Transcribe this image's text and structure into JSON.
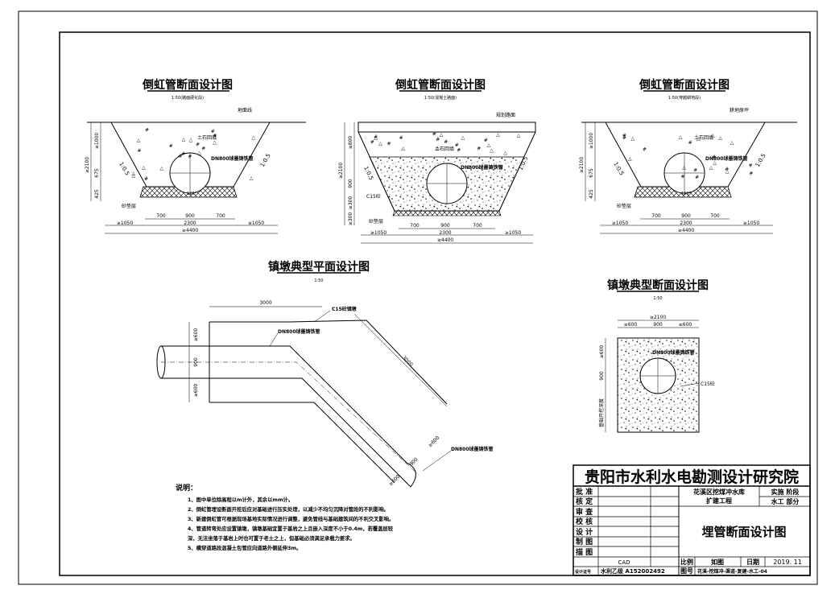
{
  "sections": {
    "s1": {
      "title": "倒虹管断面设计图",
      "scale": "1:50(路面硬化段)",
      "ground": "地面线",
      "soil": "土石回填",
      "pipe": "DN800球墨铸铁管",
      "bedding": "砂垫层",
      "slope_left": "1:0.5",
      "slope_right": "1:0.5",
      "angle": "120°",
      "dims_left": [
        "≥2100",
        "≥1000",
        "675",
        "425"
      ],
      "dims_bottom": [
        "700",
        "900",
        "700",
        "≥1050",
        "2300",
        "≥1050",
        "≥4400"
      ]
    },
    "s2": {
      "title": "倒虹管断面设计图",
      "scale": "1:50(混凝土路面)",
      "road": "规划路面",
      "soil": "土石回填",
      "pipe": "DN800球墨铸铁管",
      "concrete": "C15砼",
      "bedding": "砂垫层",
      "slope_left": "1:0.5",
      "slope_right": "1:0.5",
      "dims_left": [
        "≥2100",
        "≥800",
        "900",
        "≥300",
        "≥300"
      ],
      "dims_bottom": [
        "700",
        "900",
        "700",
        "≥1050",
        "2300",
        "≥1050",
        "≥4400"
      ]
    },
    "s3": {
      "title": "倒虹管断面设计图",
      "scale": "1:50(穿越耕地段)",
      "ground": "耕地原坪",
      "soil": "土石回填",
      "pipe": "DN800球墨铸铁管",
      "bedding": "砂垫层",
      "slope_left": "1:0.5",
      "slope_right": "1:0.5",
      "angle": "120°",
      "dims_left": [
        "≥2100",
        "≥1000",
        "675",
        "425"
      ],
      "dims_bottom": [
        "700",
        "900",
        "700",
        "≥1050",
        "2300",
        "≥1050",
        "≥4400"
      ]
    }
  },
  "plan": {
    "title": "镇墩典型平面设计图",
    "scale": "1:50",
    "concrete": "C15砼镇墩",
    "pipe1": "DN800球墨铸铁管",
    "pipe2": "DN800球墨铸铁管",
    "dim_top": "3000",
    "dim_diag": "3000",
    "dims_left": [
      "≥600",
      "900",
      "≥600"
    ],
    "dims_diag_bottom": [
      "≥600",
      "900",
      "≥600"
    ]
  },
  "section": {
    "title": "镇墩典型断面设计图",
    "scale": "1:50",
    "pipe": "DN800球墨铸铁管",
    "concrete": "C15砼",
    "dim_top": "≥2100",
    "dims_top2": [
      "≥600",
      "900",
      "≥600"
    ],
    "dims_left": [
      "≥600",
      "900",
      "基础开挖深度"
    ]
  },
  "notes": {
    "heading": "说明：",
    "lines": [
      "1、图中单位除高程以m计外，其余以mm计。",
      "2、倒虹管埋设断面开挖后应对基础进行压实处理，以减少不均匀沉降对管段的不利影响。",
      "3、新建倒虹管可根据现场基地实际情况进行调整，避免管线与基础建筑间的不利交叉影响。",
      "4、管道转弯处应设置镇墩，镇墩基础宜置于基岩之上且嵌入深度不小于0.4m，若覆盖层较",
      "    深，无法坐落于基岩上时也可置于老土之上，但基础必须满足承载力要求。",
      "5、横穿道路段混凝土包管应向道路外侧延伸3m。"
    ]
  },
  "titleblock": {
    "institute": "贵阳市水利水电勘测设计研究院",
    "rows": [
      "批 准",
      "核 定",
      "审 查",
      "校 核",
      "设 计",
      "制 图",
      "描 图"
    ],
    "cert_label": "设计证号",
    "cert": "水利乙级 A152002492",
    "cad": "CAD",
    "project": "花溪区挖煤冲水库",
    "project2": "扩建工程",
    "stage_label": "实施  阶段",
    "part_label": "水工  部分",
    "drawing": "埋管断面设计图",
    "scale_label": "比例",
    "scale_value": "如图",
    "date_label": "日期",
    "date_value": "2019. 11",
    "no_label": "图号",
    "no_value": "花溪-挖煤冲-渠道-复建-水工-04"
  }
}
